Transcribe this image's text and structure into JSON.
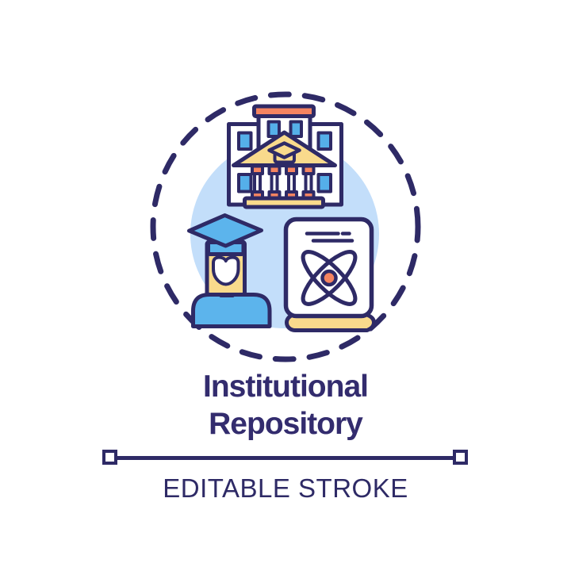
{
  "palette": {
    "outline": "#2e2a66",
    "title_text": "#332c6e",
    "bg_circle": "#c3defa",
    "sky_blue": "#5cb4ec",
    "window_blue": "#55afe9",
    "yellow": "#f9da8c",
    "orange": "#f58460",
    "white": "#ffffff"
  },
  "concept": {
    "title_line1": "Institutional",
    "title_line2": "Repository",
    "footer_label": "EDITABLE STROKE"
  },
  "icons": [
    "dashed-circle",
    "background-circle",
    "university-building-icon",
    "graduation-cap-emblem-icon",
    "graduate-student-icon",
    "mortarboard-icon",
    "science-book-icon",
    "atom-icon"
  ]
}
